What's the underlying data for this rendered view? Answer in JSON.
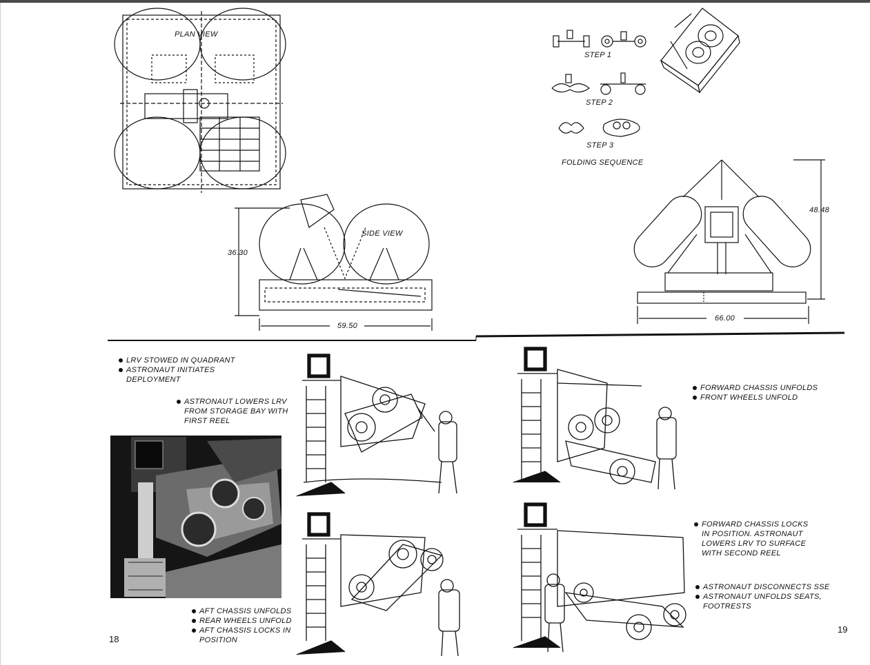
{
  "page_numbers": {
    "left": "18",
    "right": "19"
  },
  "diagrams": {
    "plan_view_label": "PLAN VIEW",
    "side_view_label": "SIDE VIEW",
    "side_height": "36.30",
    "side_width": "59.50",
    "front_height": "48.48",
    "front_width": "66.00",
    "step1": "STEP 1",
    "step2": "STEP 2",
    "step3": "STEP 3",
    "folding_sequence": "FOLDING SEQUENCE"
  },
  "captions": {
    "c1": [
      "LRV STOWED IN QUADRANT",
      "ASTRONAUT INITIATES",
      "DEPLOYMENT"
    ],
    "c2": [
      "ASTRONAUT LOWERS LRV",
      "FROM STORAGE BAY WITH",
      "FIRST REEL"
    ],
    "c3": [
      "AFT CHASSIS UNFOLDS",
      "REAR WHEELS UNFOLD",
      "AFT CHASSIS LOCKS IN",
      "POSITION"
    ],
    "c4": [
      "FORWARD CHASSIS UNFOLDS",
      "FRONT WHEELS UNFOLD"
    ],
    "c5": [
      "FORWARD CHASSIS LOCKS",
      "IN POSITION.  ASTRONAUT",
      "LOWERS LRV TO SURFACE",
      "WITH SECOND REEL"
    ],
    "c6": [
      "ASTRONAUT DISCONNECTS SSE",
      "ASTRONAUT UNFOLDS SEATS,",
      "FOOTRESTS"
    ]
  }
}
